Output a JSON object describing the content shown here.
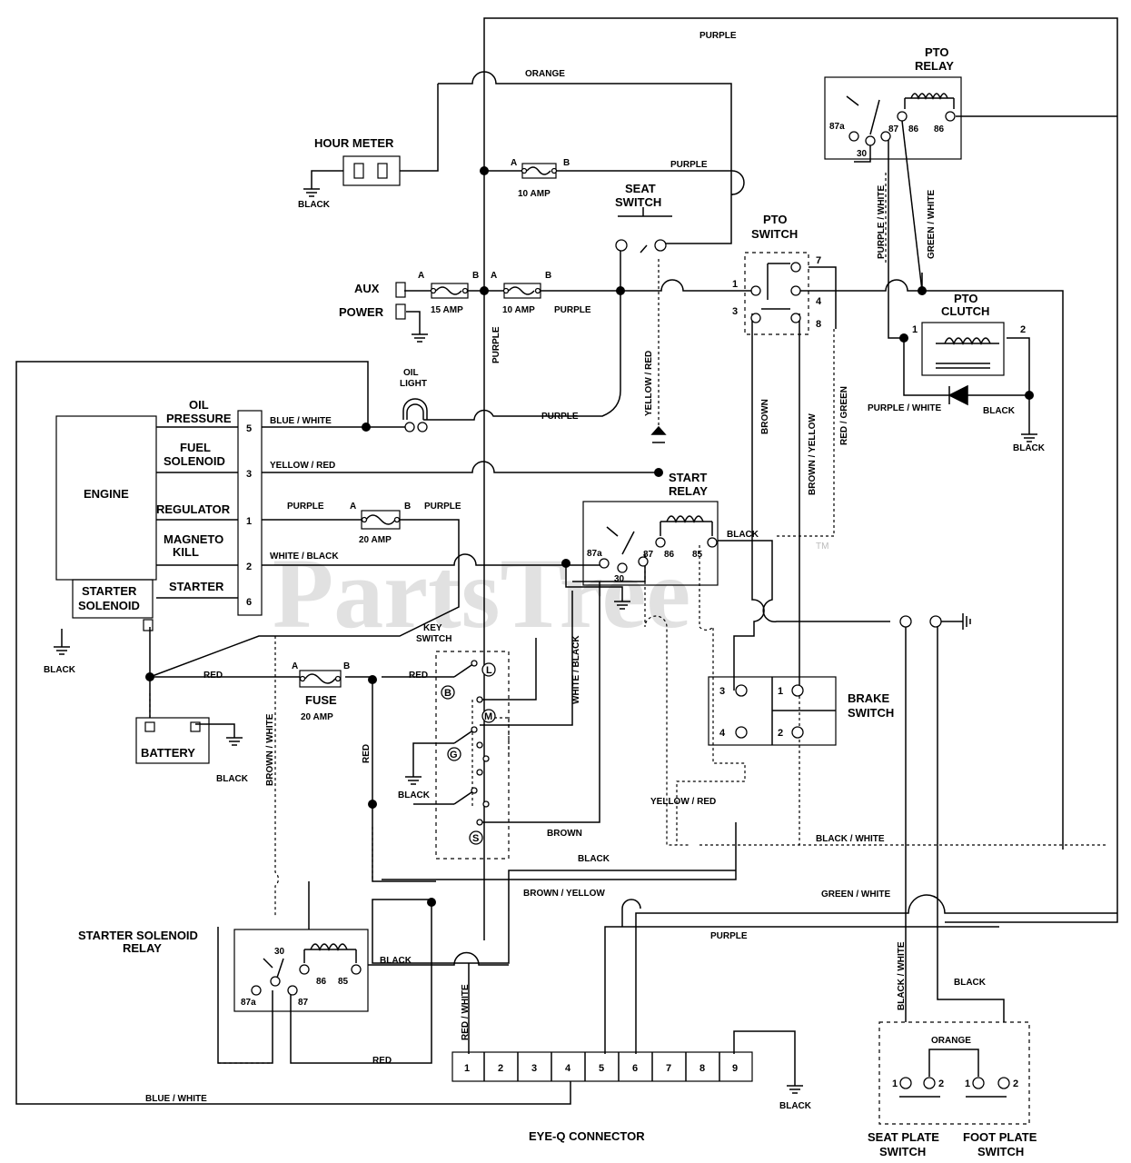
{
  "watermark": {
    "text": "PartsTree",
    "tm": "TM"
  },
  "components": {
    "engine": "ENGINE",
    "starter_solenoid": [
      "STARTER",
      "SOLENOID"
    ],
    "hour_meter": "HOUR METER",
    "aux": "AUX",
    "power": "POWER",
    "oil_light": [
      "OIL",
      "LIGHT"
    ],
    "seat_switch": [
      "SEAT",
      "SWITCH"
    ],
    "pto_switch": [
      "PTO",
      "SWITCH"
    ],
    "pto_relay": [
      "PTO",
      "RELAY"
    ],
    "pto_clutch": [
      "PTO",
      "CLUTCH"
    ],
    "start_relay": [
      "START",
      "RELAY"
    ],
    "key_switch": [
      "KEY",
      "SWITCH"
    ],
    "fuse_main": [
      "FUSE",
      "20 AMP"
    ],
    "battery": "BATTERY",
    "brake_switch": [
      "BRAKE",
      "SWITCH"
    ],
    "starter_solenoid_relay": [
      "STARTER SOLENOID",
      "RELAY"
    ],
    "eye_q": "EYE-Q CONNECTOR",
    "seat_plate_switch": [
      "SEAT PLATE",
      "SWITCH"
    ],
    "foot_plate_switch": [
      "FOOT PLATE",
      "SWITCH"
    ]
  },
  "engine_pins": [
    {
      "label": [
        "OIL",
        "PRESSURE"
      ],
      "pin": "5",
      "wire": "BLUE / WHITE"
    },
    {
      "label": [
        "FUEL",
        "SOLENOID"
      ],
      "pin": "3",
      "wire": "YELLOW / RED"
    },
    {
      "label": [
        "REGULATOR"
      ],
      "pin": "1",
      "wire": "PURPLE"
    },
    {
      "label": [
        "MAGNETO",
        "KILL"
      ],
      "pin": "2",
      "wire": "WHITE / BLACK"
    },
    {
      "label": [
        "STARTER"
      ],
      "pin": "6",
      "wire": ""
    }
  ],
  "fuses": {
    "ten_top": "10 AMP",
    "fifteen": "15 AMP",
    "ten_mid": "10 AMP",
    "twenty_reg": "20 AMP",
    "a": "A",
    "b": "B"
  },
  "relay_pins": {
    "p87a": "87a",
    "p87": "87",
    "p86": "86",
    "p85": "85",
    "p30": "30"
  },
  "pto_switch_pins": [
    "1",
    "3",
    "7",
    "4",
    "8"
  ],
  "brake_pins": [
    "3",
    "1",
    "4",
    "2"
  ],
  "clutch_pins": [
    "1",
    "2"
  ],
  "plate_pins": [
    "1",
    "2"
  ],
  "eye_q_pins": [
    "1",
    "2",
    "3",
    "4",
    "5",
    "6",
    "7",
    "8",
    "9"
  ],
  "key_letters": [
    "L",
    "B",
    "M",
    "G",
    "S"
  ],
  "wires": {
    "purple": "PURPLE",
    "orange": "ORANGE",
    "black": "BLACK",
    "red": "RED",
    "brown": "BROWN",
    "blue_white": "BLUE / WHITE",
    "yellow_red": "YELLOW / RED",
    "white_black": "WHITE / BLACK",
    "purple_white": "PURPLE / WHITE",
    "green_white": "GREEN / WHITE",
    "brown_yellow": "BROWN / YELLOW",
    "red_green": "RED / GREEN",
    "brown_white": "BROWN / WHITE",
    "black_white": "BLACK / WHITE",
    "red_white": "RED / WHITE"
  }
}
